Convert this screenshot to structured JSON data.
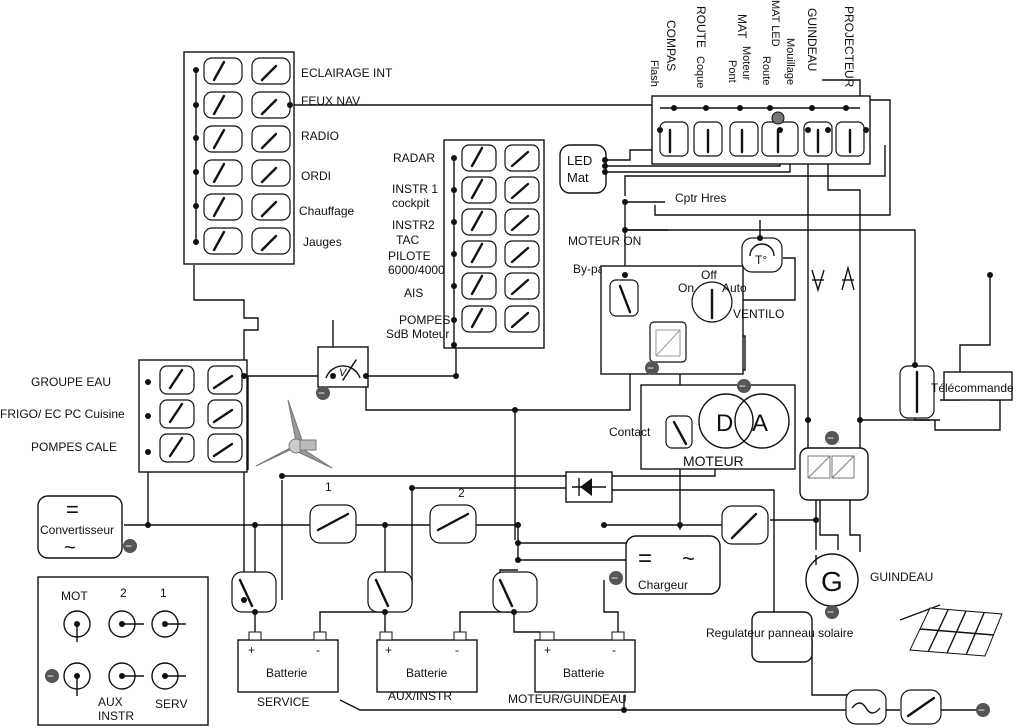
{
  "diagram": {
    "panel_left": {
      "labels": [
        "ECLAIRAGE INT",
        "FEUX NAV",
        "RADIO",
        "ORDI",
        "Chauffage",
        "Jauges"
      ]
    },
    "panel_center": {
      "labels": [
        "RADAR",
        "INSTR 1",
        "cockpit",
        "INSTR2",
        "TAC",
        "PILOTE",
        "6000/4000",
        "AIS",
        "POMPES",
        "SdB Moteur"
      ]
    },
    "panel_low": {
      "labels": [
        "GROUPE EAU",
        "FRIGO/ EC PC Cuisine",
        "POMPES CALE"
      ]
    },
    "panel_top": {
      "labels": [
        "COMPAS",
        "Flash",
        "ROUTE",
        "Coque",
        "MAT",
        "Moteur",
        "Pont",
        "MAT LED",
        "Route",
        "Mouillage",
        "GUINDEAU",
        "PROJECTEUR"
      ]
    },
    "led_mat": [
      "LED",
      "Mat"
    ],
    "cptr": "Cptr Hres",
    "moteur_on": "MOTEUR ON",
    "bypass": "By-pass",
    "ventilo": {
      "off": "Off",
      "on": "On",
      "auto": "Auto",
      "label": "VENTILO",
      "temp": "T°"
    },
    "moteur": {
      "d": "D",
      "a": "A",
      "label": "MOTEUR",
      "contact": "Contact"
    },
    "telecommande": "Télécommande",
    "convertisseur": {
      "label": "Convertisseur",
      "dc": "=",
      "ac": "~"
    },
    "chargeur": {
      "label": "Chargeur",
      "dc": "=",
      "ac": "~"
    },
    "switch_nums": {
      "s1": "1",
      "s2": "2"
    },
    "batteries": [
      {
        "label": "Batterie",
        "name": "SERVICE",
        "plus": "+",
        "minus": "-"
      },
      {
        "label": "Batterie",
        "name": "AUX/INSTR",
        "plus": "+",
        "minus": "-"
      },
      {
        "label": "Batterie",
        "name": "MOTEUR/GUINDEAU",
        "plus": "+",
        "minus": "-"
      }
    ],
    "legend": {
      "mot": "MOT",
      "two": "2",
      "one": "1",
      "aux": "AUX",
      "instr": "INSTR",
      "serv": "SERV"
    },
    "guindeau": {
      "g": "G",
      "label": "GUINDEAU"
    },
    "solaire": "Regulateur panneau solaire",
    "minus_sign": "−"
  }
}
